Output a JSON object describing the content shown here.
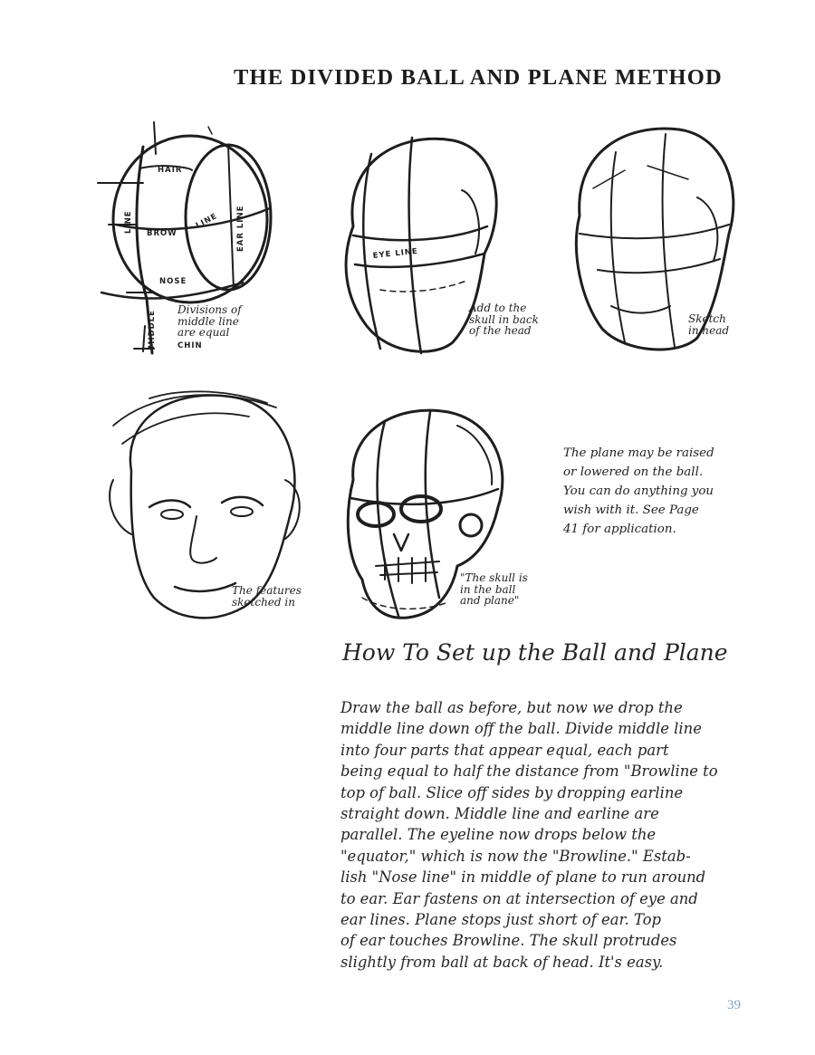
{
  "page": {
    "title": "THE DIVIDED BALL AND PLANE METHOD",
    "page_number": "39"
  },
  "figures": {
    "ball": {
      "labels": {
        "hair": "HAIR",
        "line": "LINE",
        "brow": "BROW",
        "brow_line": "LINE",
        "ear_line": "EAR LINE",
        "nose": "NOSE",
        "middle": "MIDDLE",
        "chin": "CHIN"
      },
      "caption": [
        "Divisions of",
        "middle line",
        "are equal"
      ]
    },
    "skull_added": {
      "labels": {
        "eye_line": "EYE LINE"
      },
      "caption": [
        "Add to the",
        "skull in back",
        "of the head"
      ]
    },
    "sketch": {
      "caption": [
        "Sketch",
        "in head"
      ]
    },
    "features": {
      "caption": [
        "The features",
        "sketched in"
      ]
    },
    "skull": {
      "caption": [
        "\"The skull is",
        "in the ball",
        "and plane\""
      ]
    },
    "note": {
      "lines": [
        "The plane may be raised",
        "or lowered on the ball.",
        "You can do anything you",
        "wish with it. See Page",
        "41 for application."
      ]
    }
  },
  "section": {
    "heading": "How To Set up the Ball and Plane",
    "body_lines": [
      "Draw the ball as before, but now we drop the",
      "middle line down off the ball. Divide middle line",
      "into four parts that appear equal, each part",
      "being equal to half the distance from \"Browline to",
      "top of ball. Slice off sides by dropping earline",
      "straight down. Middle line and earline are",
      "parallel. The eyeline now drops below the",
      "\"equator,\" which is now the \"Browline.\" Estab-",
      "lish \"Nose line\" in middle of plane to run around",
      "to ear. Ear fastens on at intersection of eye and",
      "ear lines. Plane stops just short of ear. Top",
      "of ear touches Browline. The skull protrudes",
      "slightly from ball at back of head. It's easy."
    ]
  }
}
